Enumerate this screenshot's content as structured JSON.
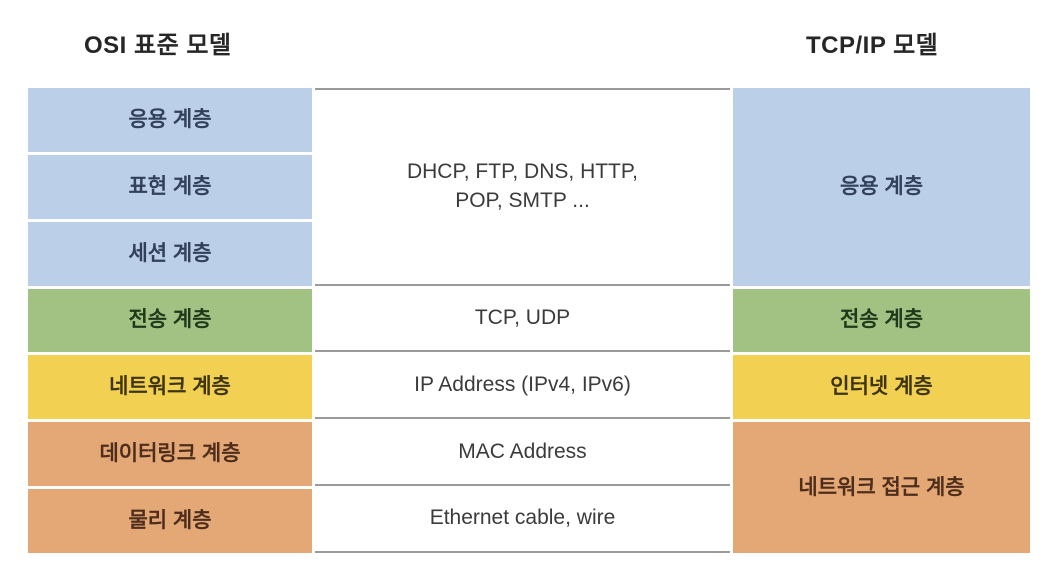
{
  "headers": {
    "osi_title": "OSI 표준 모델",
    "tcpip_title": "TCP/IP 모델"
  },
  "colors": {
    "blue": "#bccfe8",
    "green": "#a1c283",
    "yellow": "#f2d051",
    "orange": "#e4a877",
    "divider_line": "#9a9a9a",
    "protocol_text": "#3b3b3b"
  },
  "osi_layers": [
    {
      "label": "응용 계층",
      "color": "blue"
    },
    {
      "label": "표현 계층",
      "color": "blue"
    },
    {
      "label": "세션 계층",
      "color": "blue"
    },
    {
      "label": "전송 계층",
      "color": "green"
    },
    {
      "label": "네트워크 계층",
      "color": "yellow"
    },
    {
      "label": "데이터링크 계층",
      "color": "orange"
    },
    {
      "label": "물리 계층",
      "color": "orange"
    }
  ],
  "protocols": [
    {
      "line1": "DHCP, FTP, DNS, HTTP,",
      "line2": "POP, SMTP ...",
      "spans_osi_layers": "1-3"
    },
    {
      "text": "TCP, UDP"
    },
    {
      "text": "IP Address (IPv4, IPv6)"
    },
    {
      "text": "MAC Address"
    },
    {
      "text": "Ethernet cable, wire"
    }
  ],
  "tcpip_layers": [
    {
      "label": "응용 계층",
      "color": "blue",
      "spans_osi_layers": "1-3"
    },
    {
      "label": "전송 계층",
      "color": "green",
      "spans_osi_layers": "4"
    },
    {
      "label": "인터넷 계층",
      "color": "yellow",
      "spans_osi_layers": "5"
    },
    {
      "label": "네트워크 접근 계층",
      "color": "orange",
      "spans_osi_layers": "6-7"
    }
  ]
}
